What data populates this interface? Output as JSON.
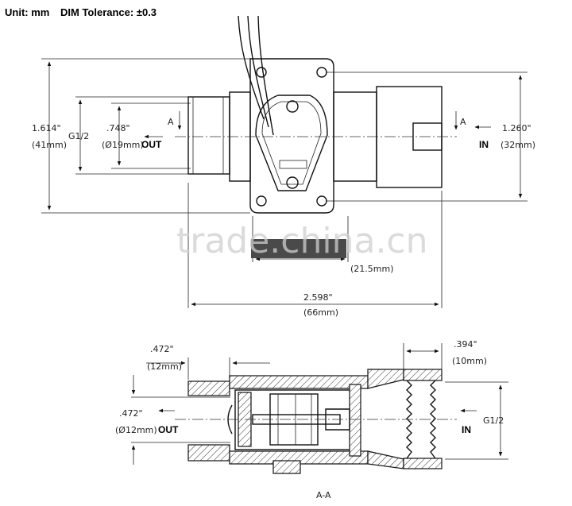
{
  "header": {
    "unit": "Unit: mm",
    "tolerance": "DIM Tolerance: ±0.3"
  },
  "top_view": {
    "dim_height_in": "1.614\"",
    "dim_height_mm": "(41mm)",
    "thread_left": "G1/2",
    "dim_bore_in": ".748\"",
    "dim_bore_mm": "(Ø19mm)",
    "out_label": "OUT",
    "in_label": "IN",
    "section_left": "A",
    "section_right": "A",
    "dim_right_in": "1.260\"",
    "dim_right_mm": "(32mm)",
    "dim_partial_mm": "(21.5mm)",
    "dim_length_in": "2.598\"",
    "dim_length_mm": "(66mm)"
  },
  "section_view": {
    "dim_left_in": ".472\"",
    "dim_left_mm": "(12mm)",
    "dim_bore_in": ".472\"",
    "dim_bore_mm": "(Ø12mm)",
    "out_label": "OUT",
    "in_label": "IN",
    "dim_thread_in": ".394\"",
    "dim_thread_mm": "(10mm)",
    "thread_right": "G1/2",
    "section_name": "A-A"
  },
  "watermark": "trade.china.cn"
}
